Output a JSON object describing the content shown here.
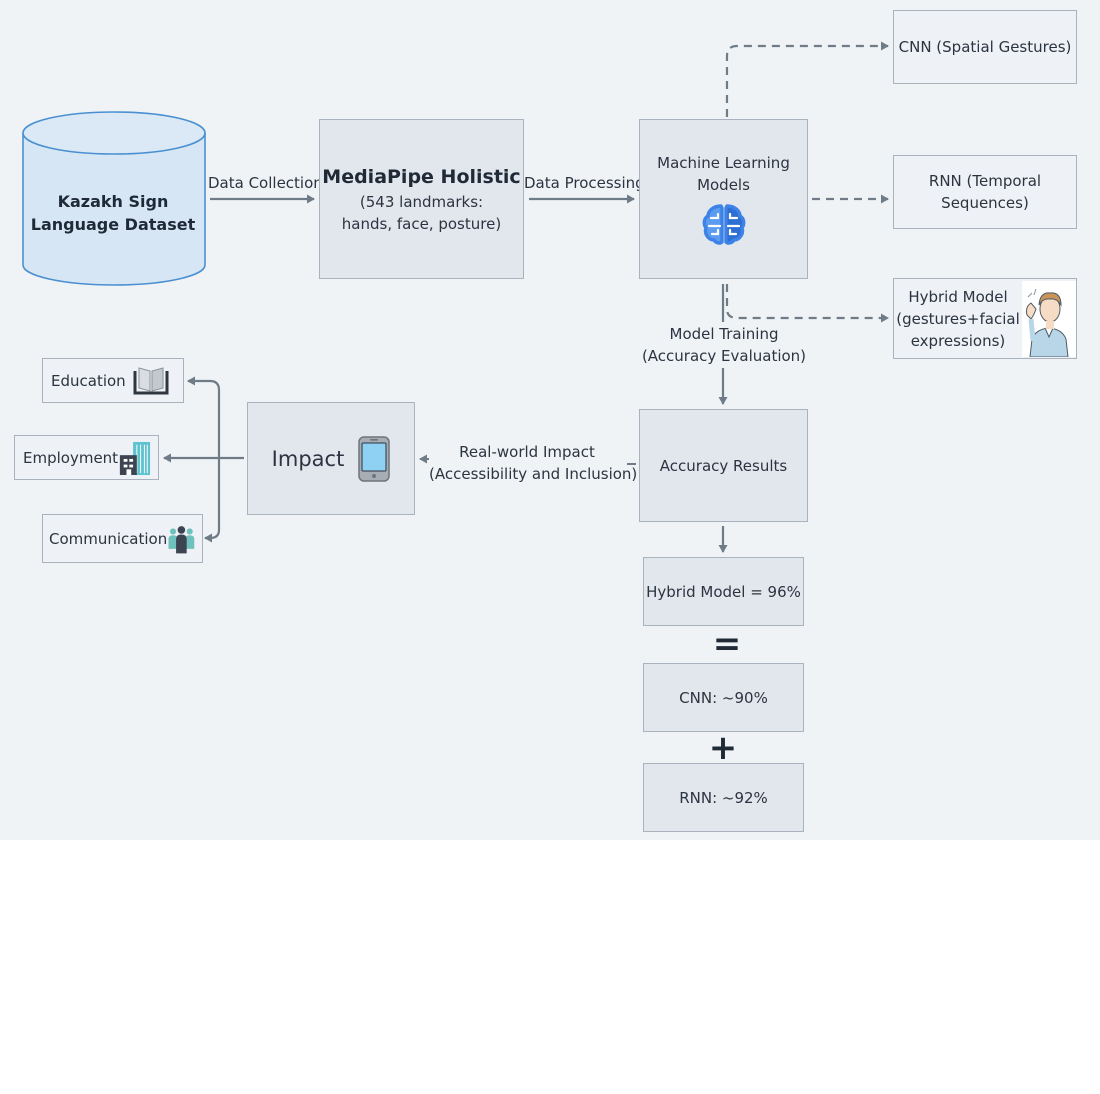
{
  "dataset": {
    "line1": "Kazakh Sign",
    "line2": "Language Dataset"
  },
  "edges": {
    "data_collection": "Data Collection",
    "data_processing": "Data Processing",
    "model_training_1": "Model Training",
    "model_training_2": "(Accuracy Evaluation)",
    "realworld_1": "Real-world Impact",
    "realworld_2": "(Accessibility and Inclusion)"
  },
  "mediapipe": {
    "title": "MediaPipe Holistic",
    "line1": "(543 landmarks:",
    "line2": "hands, face, posture)"
  },
  "ml": {
    "line1": "Machine Learning",
    "line2": "Models",
    "icon": "brain-icon"
  },
  "models": {
    "cnn": "CNN (Spatial Gestures)",
    "rnn_1": "RNN (Temporal",
    "rnn_2": "Sequences)",
    "hybrid_1": "Hybrid Model",
    "hybrid_2": "(gestures+facial",
    "hybrid_3": "expressions)"
  },
  "accuracy": {
    "title": "Accuracy Results",
    "hybrid": "Hybrid Model = 96%",
    "equals": "=",
    "cnn": "CNN: ~90%",
    "plus": "+",
    "rnn": "RNN: ~92%"
  },
  "impact": {
    "title": "Impact",
    "education": "Education",
    "employment": "Employment",
    "communication": "Communication"
  },
  "colors": {
    "canvas": "#eff3f6",
    "box_fill": "#e2e7ee",
    "box_border": "#a9b2bd",
    "cylinder_fill": "#d6e6f5",
    "cylinder_border": "#4a90d0",
    "arrow": "#6f7c88",
    "brain": "#3d82e6"
  }
}
